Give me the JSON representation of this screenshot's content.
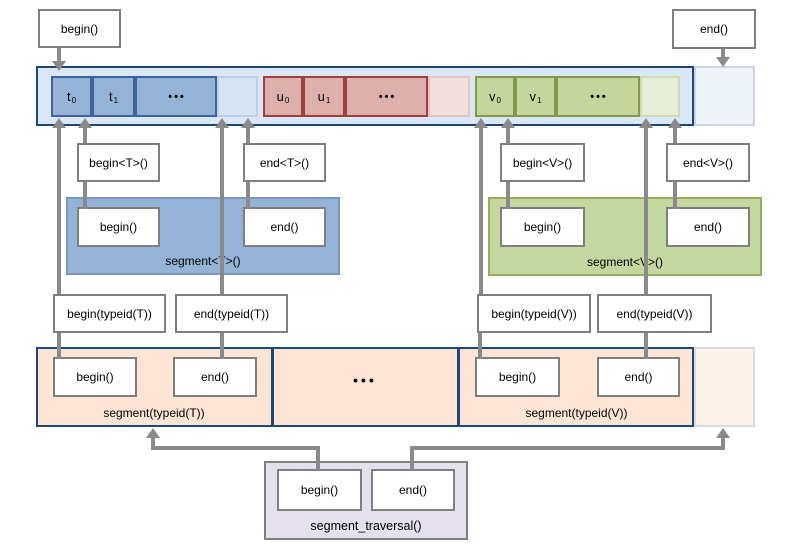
{
  "top": {
    "begin": "begin()",
    "end": "end()"
  },
  "band": {
    "cells": [
      {
        "base": "t",
        "sub": "0"
      },
      {
        "base": "t",
        "sub": "1"
      },
      {
        "dots": "•••"
      },
      {},
      {
        "base": "u",
        "sub": "0"
      },
      {
        "base": "u",
        "sub": "1"
      },
      {
        "dots": "•••"
      },
      {},
      {
        "base": "v",
        "sub": "0"
      },
      {
        "base": "v",
        "sub": "1"
      },
      {
        "dots": "•••"
      },
      {}
    ]
  },
  "segment_T": {
    "begin_outer": "begin<T>()",
    "end_outer": "end<T>()",
    "begin": "begin()",
    "end": "end()",
    "title": "segment<T>()"
  },
  "segment_V": {
    "begin_outer": "begin<V>()",
    "end_outer": "end<V>()",
    "begin": "begin()",
    "end": "end()",
    "title": "segment<V>()"
  },
  "typeid_T": {
    "begin": "begin(typeid(T))",
    "end": "end(typeid(T))"
  },
  "typeid_V": {
    "begin": "begin(typeid(V))",
    "end": "end(typeid(V))"
  },
  "segment_band": {
    "t": {
      "begin": "begin()",
      "end": "end()",
      "title": "segment(typeid(T))"
    },
    "dots": "•••",
    "v": {
      "begin": "begin()",
      "end": "end()",
      "title": "segment(typeid(V))"
    }
  },
  "traversal": {
    "begin": "begin()",
    "end": "end()",
    "title": "segment_traversal()"
  },
  "palette": {
    "navy_border": "#1e4872",
    "band_background": "#dbe7f4",
    "blue_cell": "#95b3d7",
    "red_cell": "#ddb0ae",
    "green_cell": "#c4d69c",
    "segment_t_fill": "#95b3d7",
    "segment_v_fill": "#c5d7a0",
    "segment_band_fill": "#fce5d4",
    "traversal_fill": "#e5e0ed",
    "arrow_gray": "#8a8a8a",
    "box_border_gray": "#7f7f7f"
  }
}
